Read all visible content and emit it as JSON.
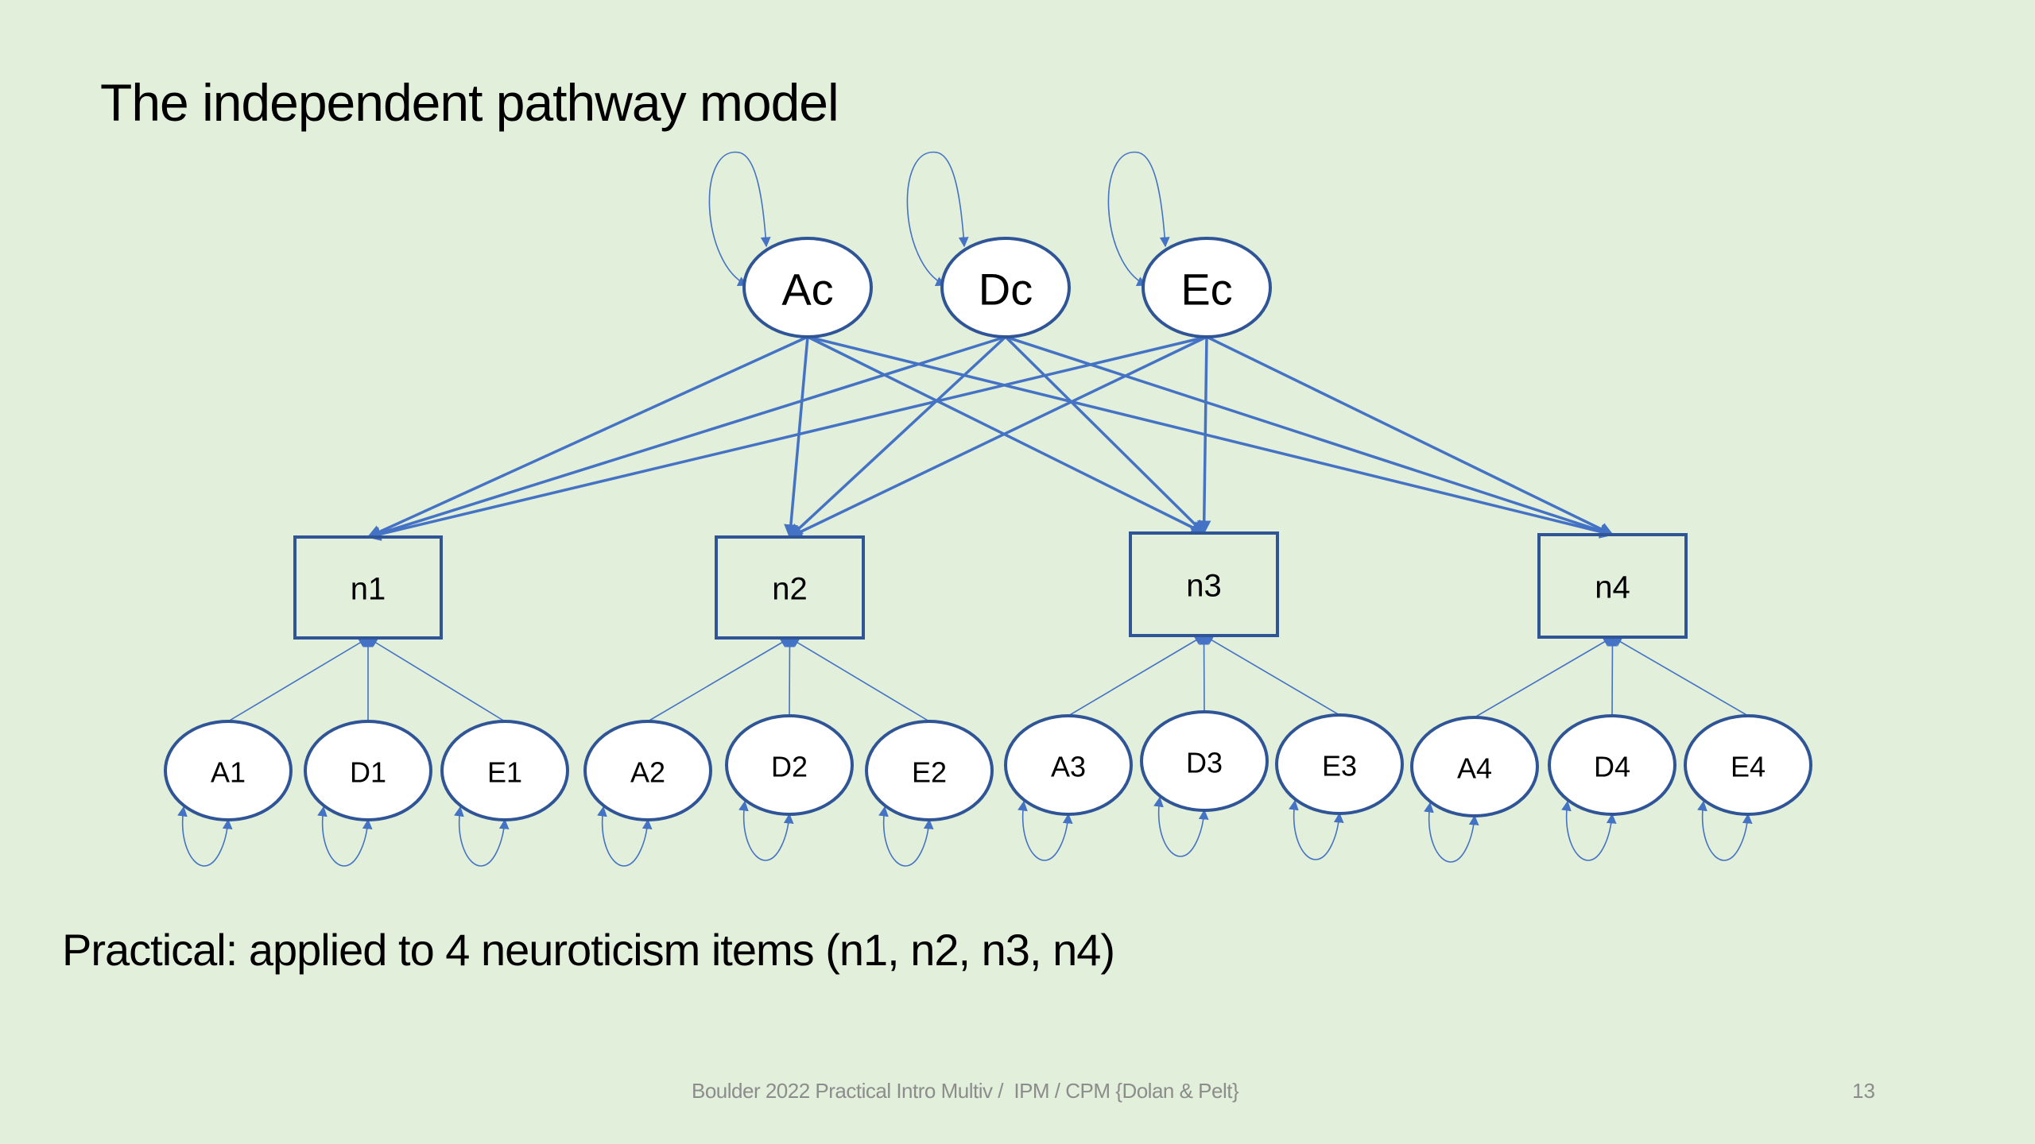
{
  "slide": {
    "title": "The independent pathway model",
    "subtitle": "Practical: applied to 4 neuroticism items (n1, n2, n3, n4)",
    "footer": "Boulder 2022 Practical Intro Multiv /  IPM / CPM {Dolan & Pelt}",
    "page_number": "13"
  },
  "colors": {
    "background": "#E2EFDA",
    "node_outline": "#2F5597",
    "path_line": "#4472C4",
    "node_fill": "#FFFFFF",
    "footer_text": "#8C8C8C"
  },
  "diagram": {
    "common_factors": [
      {
        "id": "Ac",
        "label": "Ac"
      },
      {
        "id": "Dc",
        "label": "Dc"
      },
      {
        "id": "Ec",
        "label": "Ec"
      }
    ],
    "observed": [
      {
        "id": "n1",
        "label": "n1"
      },
      {
        "id": "n2",
        "label": "n2"
      },
      {
        "id": "n3",
        "label": "n3"
      },
      {
        "id": "n4",
        "label": "n4"
      }
    ],
    "specific_factors": [
      {
        "id": "A1",
        "label": "A1",
        "target": "n1"
      },
      {
        "id": "D1",
        "label": "D1",
        "target": "n1"
      },
      {
        "id": "E1",
        "label": "E1",
        "target": "n1"
      },
      {
        "id": "A2",
        "label": "A2",
        "target": "n2"
      },
      {
        "id": "D2",
        "label": "D2",
        "target": "n2"
      },
      {
        "id": "E2",
        "label": "E2",
        "target": "n2"
      },
      {
        "id": "A3",
        "label": "A3",
        "target": "n3"
      },
      {
        "id": "D3",
        "label": "D3",
        "target": "n3"
      },
      {
        "id": "E3",
        "label": "E3",
        "target": "n3"
      },
      {
        "id": "A4",
        "label": "A4",
        "target": "n4"
      },
      {
        "id": "D4",
        "label": "D4",
        "target": "n4"
      },
      {
        "id": "E4",
        "label": "E4",
        "target": "n4"
      }
    ],
    "common_paths": [
      {
        "from": "Ac",
        "to": "n1"
      },
      {
        "from": "Ac",
        "to": "n2"
      },
      {
        "from": "Ac",
        "to": "n3"
      },
      {
        "from": "Ac",
        "to": "n4"
      },
      {
        "from": "Dc",
        "to": "n1"
      },
      {
        "from": "Dc",
        "to": "n2"
      },
      {
        "from": "Dc",
        "to": "n3"
      },
      {
        "from": "Dc",
        "to": "n4"
      },
      {
        "from": "Ec",
        "to": "n1"
      },
      {
        "from": "Ec",
        "to": "n2"
      },
      {
        "from": "Ec",
        "to": "n3"
      },
      {
        "from": "Ec",
        "to": "n4"
      }
    ],
    "variance_loops": [
      "Ac",
      "Dc",
      "Ec",
      "A1",
      "D1",
      "E1",
      "A2",
      "D2",
      "E2",
      "A3",
      "D3",
      "E3",
      "A4",
      "D4",
      "E4"
    ]
  }
}
